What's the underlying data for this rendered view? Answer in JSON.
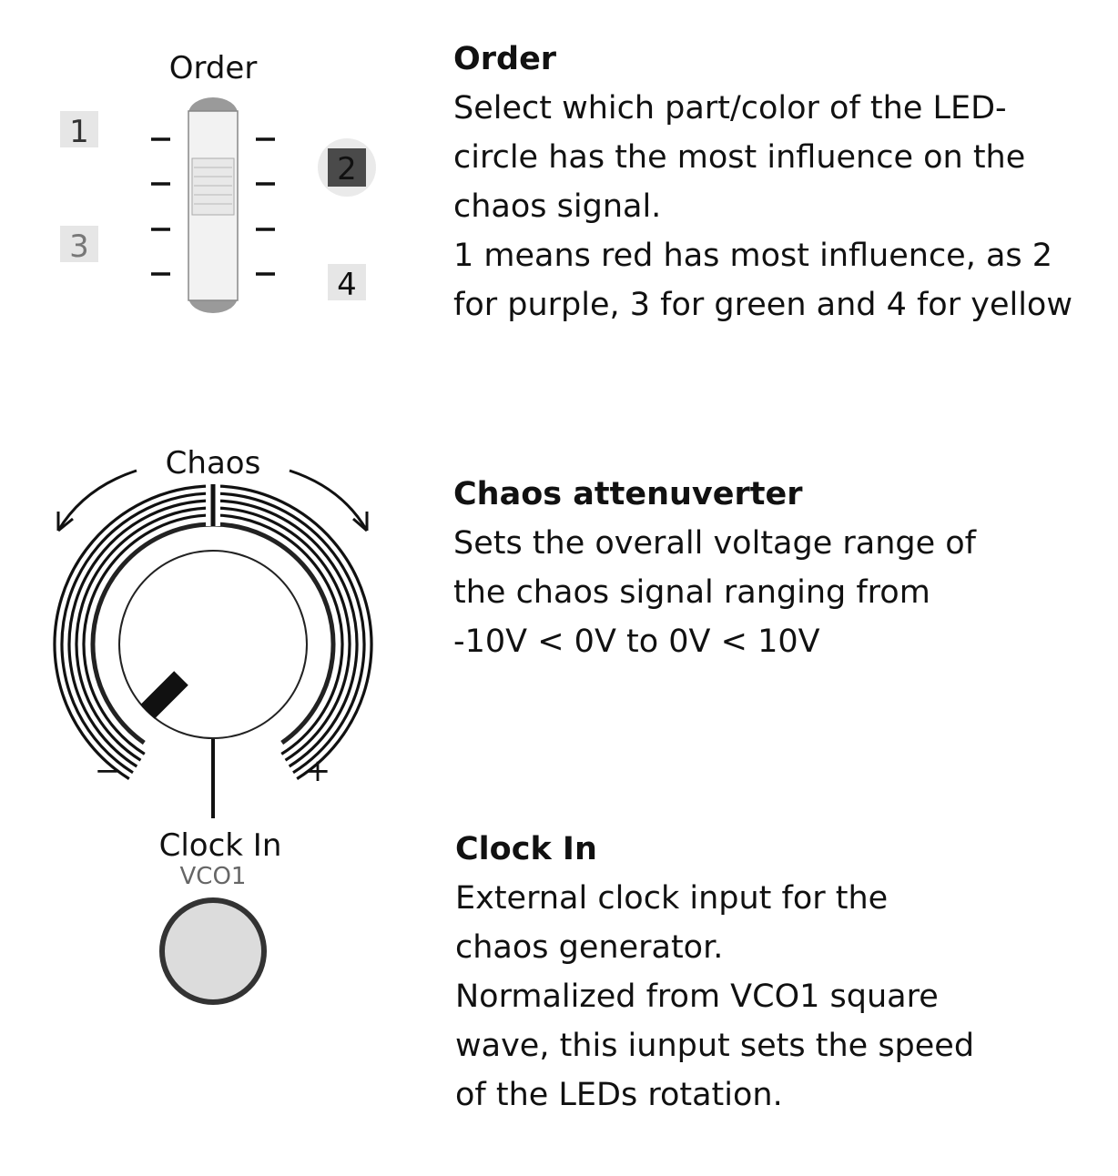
{
  "order_switch": {
    "title": "Order",
    "positions": [
      "1",
      "2",
      "3",
      "4"
    ],
    "selected": "2"
  },
  "chaos_knob": {
    "title": "Chaos",
    "min_label": "−",
    "max_label": "+"
  },
  "clock_in_jack": {
    "title": "Clock In",
    "subtitle": "VCO1"
  },
  "descriptions": {
    "order": {
      "heading": "Order",
      "lines": [
        "Select which part/color of the LED-",
        "circle has the most influence on the",
        "chaos signal.",
        "1 means red has most influence, as 2",
        "for purple, 3 for green and 4 for yellow"
      ]
    },
    "chaos": {
      "heading": "Chaos attenuverter",
      "lines": [
        "Sets the overall voltage range of",
        "the chaos signal ranging from",
        "-10V < 0V to 0V < 10V"
      ]
    },
    "clock": {
      "heading": "Clock In",
      "lines": [
        "External clock input for the",
        "chaos generator.",
        "Normalized from VCO1 square",
        "wave, this iunput sets the speed",
        "of the LEDs rotation."
      ]
    }
  },
  "colors": {
    "label_box": "#e6e6e6",
    "selected_box": "#4a4a4a",
    "jack_fill": "#dcdcdc"
  }
}
